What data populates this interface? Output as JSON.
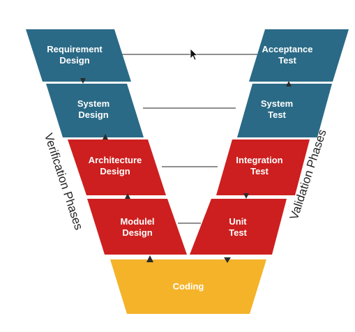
{
  "colors": {
    "teal": "#2a6a86",
    "red": "#cd1f1f",
    "yellow": "#f5b32a",
    "text": "#ffffff"
  },
  "left_phases": [
    {
      "line1": "Requirement",
      "line2": "Design",
      "color": "teal"
    },
    {
      "line1": "System",
      "line2": "Design",
      "color": "teal"
    },
    {
      "line1": "Architecture",
      "line2": "Design",
      "color": "red"
    },
    {
      "line1": "Modulel",
      "line2": "Design",
      "color": "red"
    }
  ],
  "right_phases": [
    {
      "line1": "Acceptance",
      "line2": "Test",
      "color": "teal"
    },
    {
      "line1": "System",
      "line2": "Test",
      "color": "teal"
    },
    {
      "line1": "Integration",
      "line2": "Test",
      "color": "red"
    },
    {
      "line1": "Unit",
      "line2": "Test",
      "color": "red"
    }
  ],
  "bottom": {
    "label": "Coding",
    "color": "yellow"
  },
  "side_labels": {
    "left": "Verification Phases",
    "right": "Validation Phases"
  },
  "cursor_icon": "mouse-pointer-icon"
}
